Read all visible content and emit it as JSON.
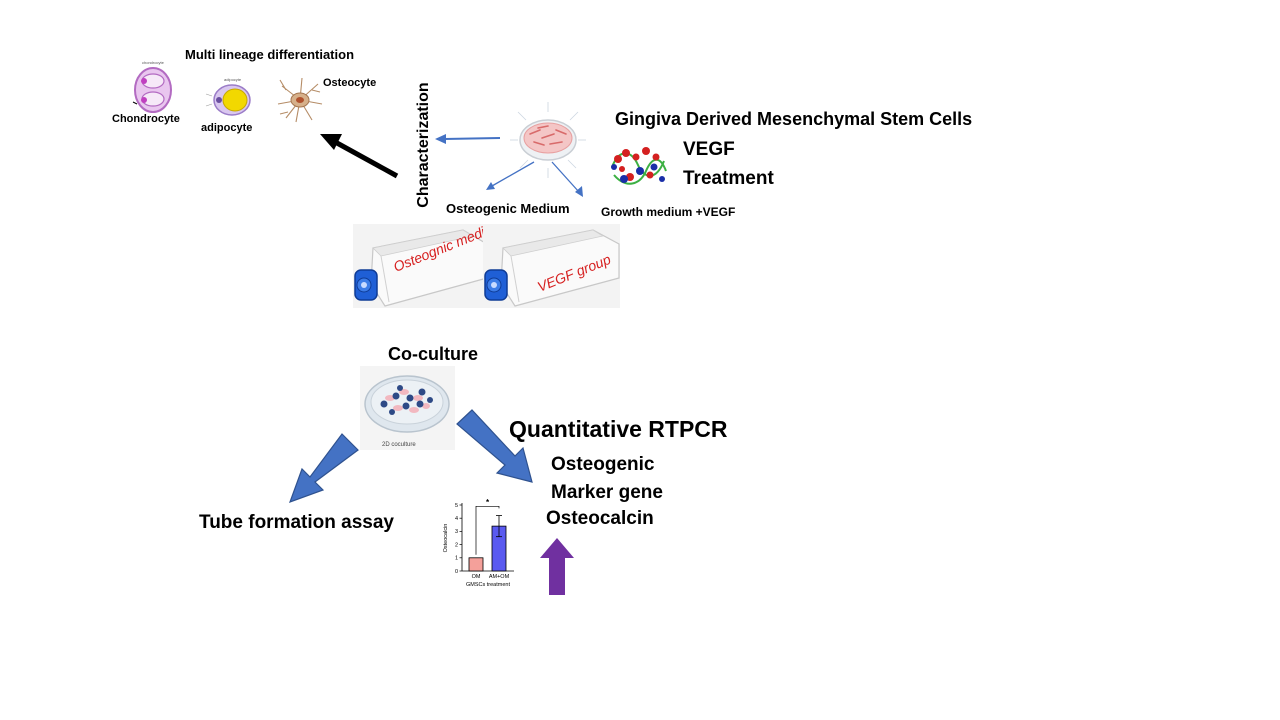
{
  "top": {
    "multi_lineage_title": "Multi lineage differentiation",
    "chondrocyte_label": "Chondrocyte",
    "chondrocyte_small": "chondrocyte",
    "adipocyte_label": "adipocyte",
    "adipocyte_small": "adipocyte",
    "osteocyte_label": "Osteocyte",
    "characterization_label": "Characterization",
    "gmsc_title": "Gingiva Derived Mesenchymal Stem Cells",
    "vegf_label": "VEGF",
    "treatment_label": "Treatment",
    "osteogenic_medium_label": "Osteogenic Medium",
    "growth_medium_label": "Growth medium +VEGF"
  },
  "flasks": {
    "flask1_label": "Osteognic medium",
    "flask2_label": "VEGF group",
    "flask_text_color": "#d62020",
    "cap_color": "#1f5fd6"
  },
  "middle": {
    "coculture_label": "Co-culture",
    "coculture_small": "2D coculture",
    "qrtpcr_label": "Quantitative RTPCR",
    "osteogenic_label": "Osteogenic",
    "marker_gene_label": "Marker gene",
    "osteocalcin_label": "Osteocalcin",
    "tube_formation_label": "Tube formation assay",
    "big_arrow_color": "#4472c4",
    "up_arrow_color": "#7030a0"
  },
  "chart_data": {
    "type": "bar",
    "categories": [
      "OM",
      "AM+OM"
    ],
    "values": [
      1.0,
      3.4
    ],
    "errors": [
      0,
      0.8
    ],
    "colors": [
      "#f4a09a",
      "#5a5af0"
    ],
    "xlabel": "GMSCs treatment",
    "ylabel": "Osteocalcin",
    "ylim": [
      0,
      5
    ],
    "yticks": [
      0,
      1,
      2,
      3,
      4,
      5
    ],
    "significance": "*",
    "grid": false
  }
}
